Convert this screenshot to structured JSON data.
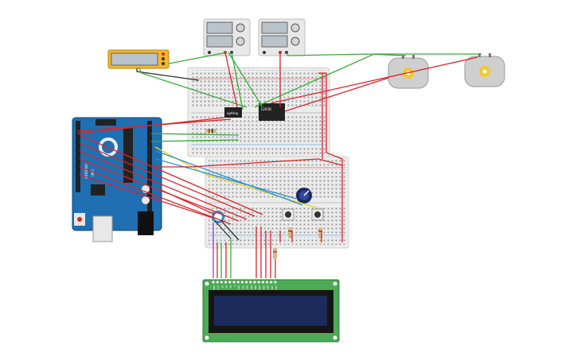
{
  "canvas": {
    "background": "#ffffff"
  },
  "chips": {
    "opamp_label": "opAmp",
    "driver_label": "L293D"
  },
  "arduino": {
    "brand_text": "ARDUINO",
    "model_text": "UNO",
    "board_color": "#1f6fb2"
  },
  "lcd": {
    "pins": [
      "GND",
      "VCC",
      "V0",
      "RS",
      "RW",
      "E",
      "DB0",
      "DB1",
      "DB2",
      "DB3",
      "DB4",
      "DB5",
      "DB6",
      "DB7",
      "LED",
      "LED"
    ],
    "board_color": "#4daa57",
    "screen_color": "#1d2a5c"
  },
  "colors": {
    "wire_red": "#d9252a",
    "wire_green": "#3aaa3a",
    "wire_yellow": "#e8d21d",
    "wire_blue": "#2a8fd6",
    "wire_black": "#222222",
    "wire_purple": "#9b3fc9",
    "breadboard": "#eeeeee",
    "power_supply": "#e8e8e8",
    "multimeter": "#f4b62a",
    "motor": "#cfcfcf"
  },
  "icons": {
    "potentiometer": "knob-icon",
    "motor": "dc-motor-icon",
    "button": "pushbutton-icon",
    "resistor": "resistor-icon"
  }
}
